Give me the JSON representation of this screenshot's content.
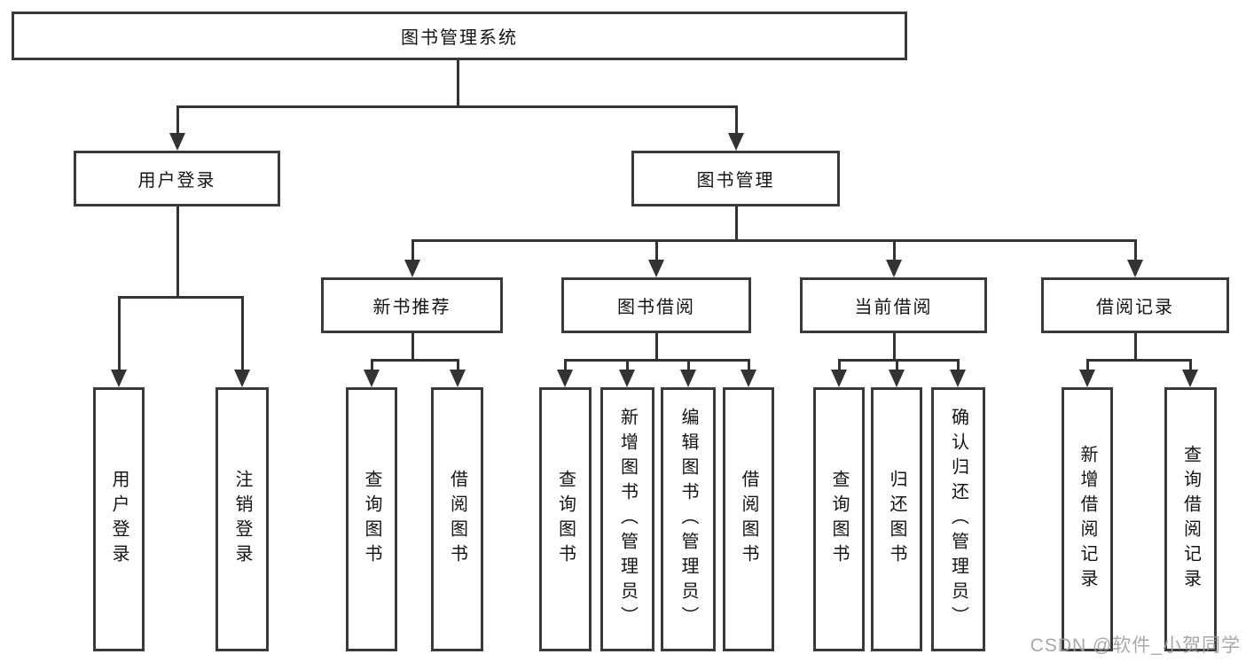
{
  "root": {
    "label": "图书管理系统"
  },
  "branches": [
    {
      "label": "用户登录",
      "children": [
        {
          "label": "用户登录"
        },
        {
          "label": "注销登录"
        }
      ]
    },
    {
      "label": "图书管理",
      "children": [
        {
          "label": "新书推荐",
          "children": [
            {
              "label": "查询图书"
            },
            {
              "label": "借阅图书"
            }
          ]
        },
        {
          "label": "图书借阅",
          "children": [
            {
              "label": "查询图书"
            },
            {
              "label": "新增图书（管理员）"
            },
            {
              "label": "编辑图书（管理员）"
            },
            {
              "label": "借阅图书"
            }
          ]
        },
        {
          "label": "当前借阅",
          "children": [
            {
              "label": "查询图书"
            },
            {
              "label": "归还图书"
            },
            {
              "label": "确认归还（管理员）"
            }
          ]
        },
        {
          "label": "借阅记录",
          "children": [
            {
              "label": "新增借阅记录"
            },
            {
              "label": "查询借阅记录"
            }
          ]
        }
      ]
    }
  ],
  "watermark": "CSDN @软件_小贺同学",
  "colors": {
    "line": "#333333",
    "box_border": "#3a3a3a",
    "text": "#141414",
    "background": "#ffffff",
    "watermark": "#9e9ea0"
  }
}
